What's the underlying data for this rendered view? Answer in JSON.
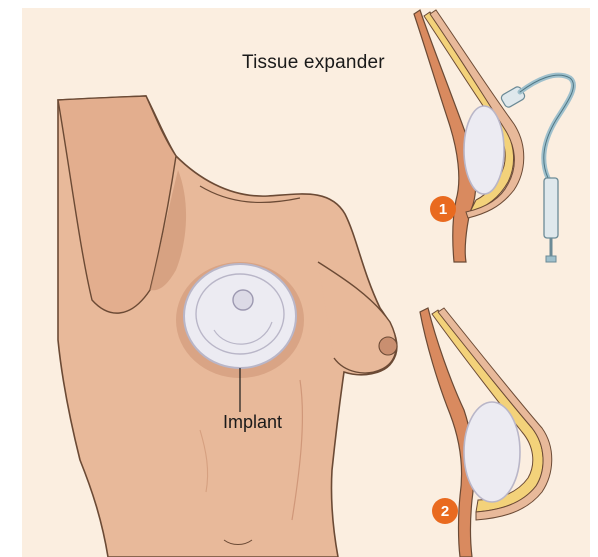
{
  "labels": {
    "expander": "Tissue expander",
    "implant": "Implant"
  },
  "steps": [
    "1",
    "2"
  ],
  "colors": {
    "background": "#fbeee0",
    "skin": "#e8b99a",
    "skin_shadow": "#c98f70",
    "outline": "#6b4a35",
    "implant": "#ecebf2",
    "implant_edge": "#b9b6c8",
    "fat": "#f3d27a",
    "muscle": "#d98a5f",
    "step_badge": "#e96a1f",
    "tube": "#9fc0cc"
  },
  "icons": {
    "step_1": "step-number-badge",
    "step_2": "step-number-badge"
  }
}
